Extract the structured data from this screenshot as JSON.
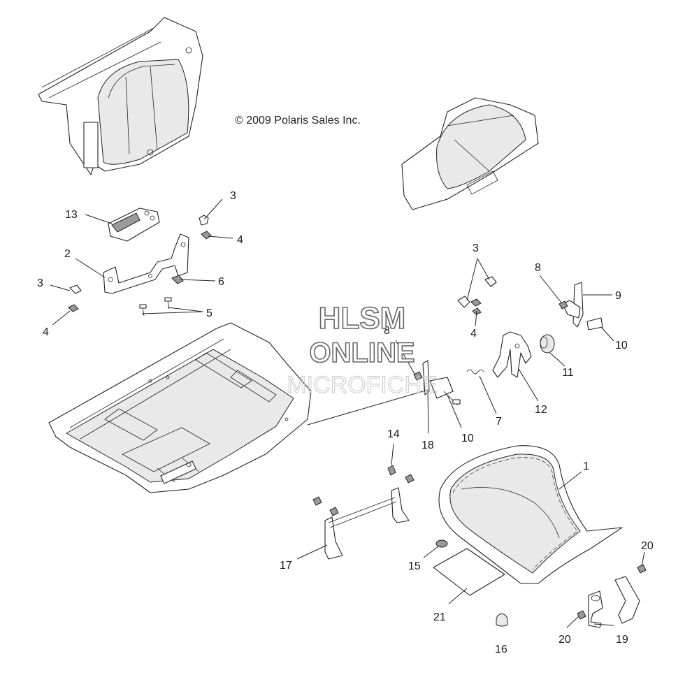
{
  "copyright": "© 2009 Polaris Sales Inc.",
  "watermark": {
    "line1": "HLSM",
    "line2": "ONLINE",
    "line3": "MICROFICHE"
  },
  "callouts": {
    "c1": "1",
    "c2": "2",
    "c3a": "3",
    "c3b": "3",
    "c3c": "3",
    "c4a": "4",
    "c4b": "4",
    "c4c": "4",
    "c5": "5",
    "c6": "6",
    "c7": "7",
    "c8a": "8",
    "c8b": "8",
    "c9": "9",
    "c10a": "10",
    "c10b": "10",
    "c11": "11",
    "c12": "12",
    "c13": "13",
    "c14": "14",
    "c15": "15",
    "c16": "16",
    "c17": "17",
    "c18": "18",
    "c19": "19",
    "c20a": "20",
    "c20b": "20",
    "c21": "21"
  }
}
